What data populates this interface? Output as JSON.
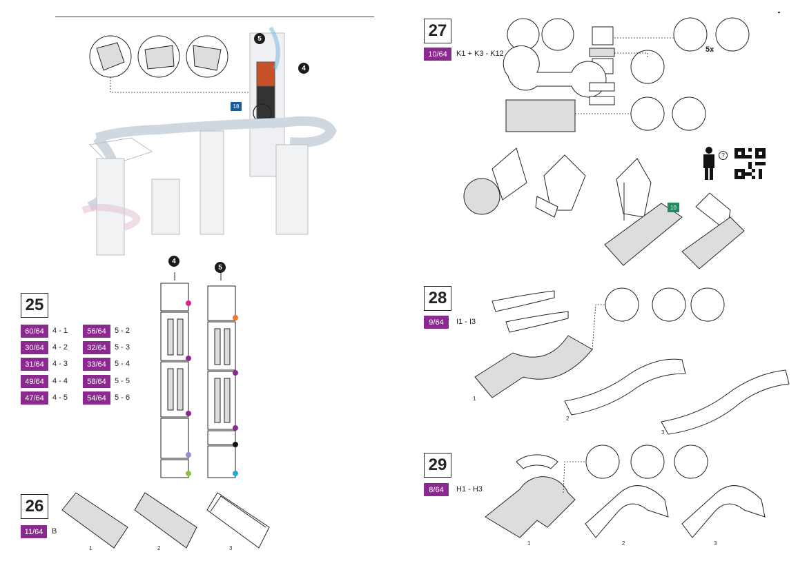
{
  "steps": {
    "s25": {
      "number": "25",
      "parts": [
        {
          "badge": "60/64",
          "label": "4 - 1"
        },
        {
          "badge": "30/64",
          "label": "4 - 2"
        },
        {
          "badge": "31/64",
          "label": "4 - 3"
        },
        {
          "badge": "49/64",
          "label": "4 - 4"
        },
        {
          "badge": "47/64",
          "label": "4 - 5"
        },
        {
          "badge": "56/64",
          "label": "5 - 2"
        },
        {
          "badge": "32/64",
          "label": "5 - 3"
        },
        {
          "badge": "33/64",
          "label": "5 - 4"
        },
        {
          "badge": "58/64",
          "label": "5 - 5"
        },
        {
          "badge": "54/64",
          "label": "5 - 6"
        }
      ],
      "callouts": [
        "4",
        "5"
      ]
    },
    "s26": {
      "number": "26",
      "badge": "11/64",
      "label": "B",
      "subs": [
        "1",
        "2",
        "3"
      ]
    },
    "s27": {
      "number": "27",
      "badge": "10/64",
      "label": "K1 + K3 - K12",
      "repeat": "5x",
      "tag": "10"
    },
    "s28": {
      "number": "28",
      "badge": "9/64",
      "label": "I1 - I3",
      "subs": [
        "1",
        "2",
        "3"
      ]
    },
    "s29": {
      "number": "29",
      "badge": "8/64",
      "label": "H1 - H3",
      "subs": [
        "1",
        "2",
        "3"
      ]
    }
  },
  "overview": {
    "callout_a": "5",
    "callout_b": "4",
    "tag": "18"
  },
  "colors": {
    "badge": "#8b2a8e",
    "tag_blue": "#1a5b9c",
    "tag_green": "#1f8a5b",
    "check_green": "#8cc63f"
  },
  "icons": [
    "help-question-icon",
    "qr-code-icon",
    "person-icon"
  ]
}
